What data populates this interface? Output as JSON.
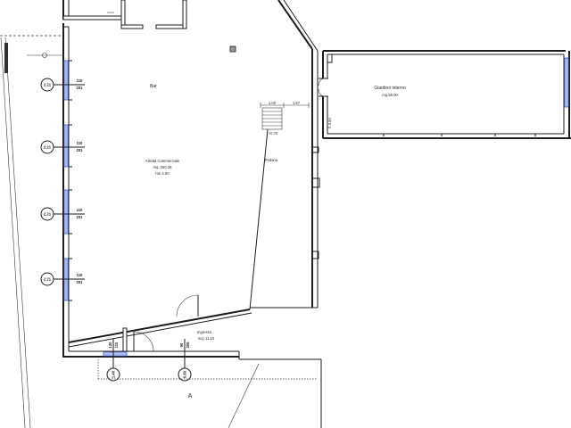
{
  "rooms": {
    "bar": {
      "label": "Bar"
    },
    "commercial": {
      "label": "Attività Commerciale",
      "area": "mq. 250.38",
      "height": "hm 4.00"
    },
    "garden": {
      "label": "Giardino interno",
      "area": "mq.56.00",
      "height": "h 3.60"
    },
    "platform": {
      "label": "Pedana",
      "level": "+0.70"
    },
    "entrance": {
      "label": "Ingresso",
      "area": "mq. 11.10"
    }
  },
  "dimensions": {
    "stair_left": "1.00",
    "stair_right": "1.57"
  },
  "window_tags": [
    {
      "code": "2.21",
      "width": "110",
      "height": "201"
    },
    {
      "code": "2.21",
      "width": "110",
      "height": "201"
    },
    {
      "code": "2.21",
      "width": "110",
      "height": "201"
    },
    {
      "code": "2.21",
      "width": "110",
      "height": "201"
    }
  ],
  "door_tags": [
    {
      "code": "1.40",
      "width": "120",
      "height": "110"
    },
    {
      "code": "0.80",
      "width": "90",
      "height": "205"
    }
  ],
  "section_label": "A",
  "colors": {
    "line": "#1e1e1e",
    "window": "#3b5bdb",
    "background": "#ffffff"
  }
}
